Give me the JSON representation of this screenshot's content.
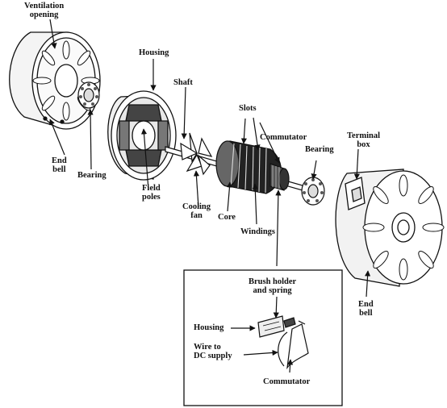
{
  "labels": {
    "ventilation": [
      "Ventilation",
      "opening"
    ],
    "end_bell_left": [
      "End",
      "bell"
    ],
    "bearing_left": [
      "Bearing"
    ],
    "housing": [
      "Housing"
    ],
    "field_poles": [
      "Field",
      "poles"
    ],
    "shaft": [
      "Shaft"
    ],
    "slots": [
      "Slots"
    ],
    "commutator": [
      "Commutator"
    ],
    "bearing_right": [
      "Bearing"
    ],
    "terminal_box": [
      "Terminal",
      "box"
    ],
    "cooling_fan": [
      "Cooling",
      "fan"
    ],
    "core": [
      "Core"
    ],
    "windings": [
      "Windings"
    ],
    "end_bell_right": [
      "End",
      "bell"
    ]
  },
  "inset": {
    "brush_holder": [
      "Brush holder",
      "and spring"
    ],
    "housing": [
      "Housing"
    ],
    "wire": [
      "Wire to",
      "DC supply"
    ],
    "commutator": [
      "Commutator"
    ]
  }
}
